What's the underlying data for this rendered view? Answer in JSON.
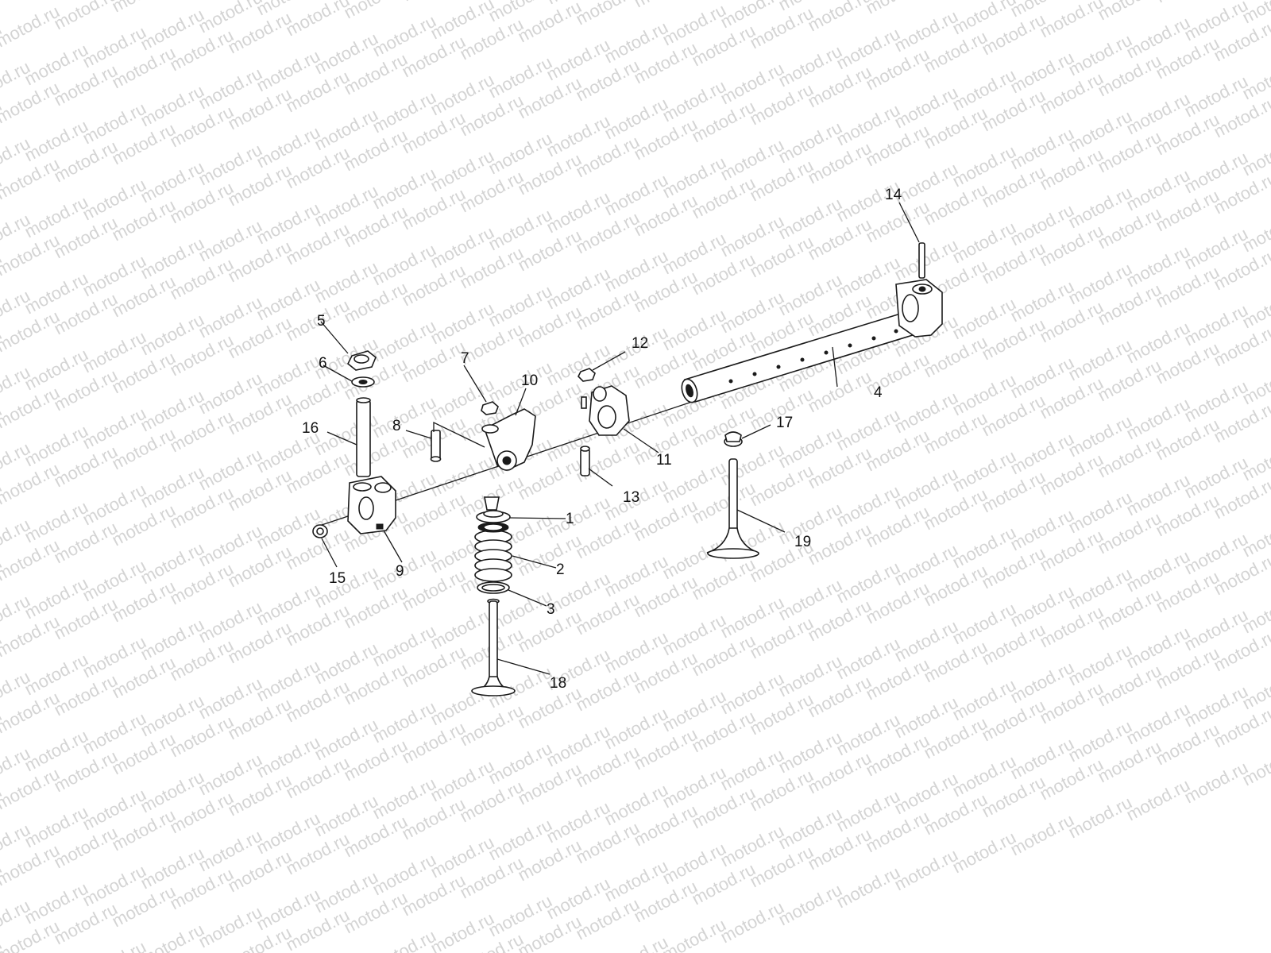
{
  "watermark": {
    "text": "motod.ru"
  },
  "callouts": [
    {
      "id": "1",
      "label": "1"
    },
    {
      "id": "2",
      "label": "2"
    },
    {
      "id": "3",
      "label": "3"
    },
    {
      "id": "4",
      "label": "4"
    },
    {
      "id": "5",
      "label": "5"
    },
    {
      "id": "6",
      "label": "6"
    },
    {
      "id": "7",
      "label": "7"
    },
    {
      "id": "8",
      "label": "8"
    },
    {
      "id": "9",
      "label": "9"
    },
    {
      "id": "10",
      "label": "10"
    },
    {
      "id": "11",
      "label": "11"
    },
    {
      "id": "12",
      "label": "12"
    },
    {
      "id": "13",
      "label": "13"
    },
    {
      "id": "14",
      "label": "14"
    },
    {
      "id": "15",
      "label": "15"
    },
    {
      "id": "16",
      "label": "16"
    },
    {
      "id": "17",
      "label": "17"
    },
    {
      "id": "18",
      "label": "18"
    },
    {
      "id": "19",
      "label": "19"
    }
  ]
}
